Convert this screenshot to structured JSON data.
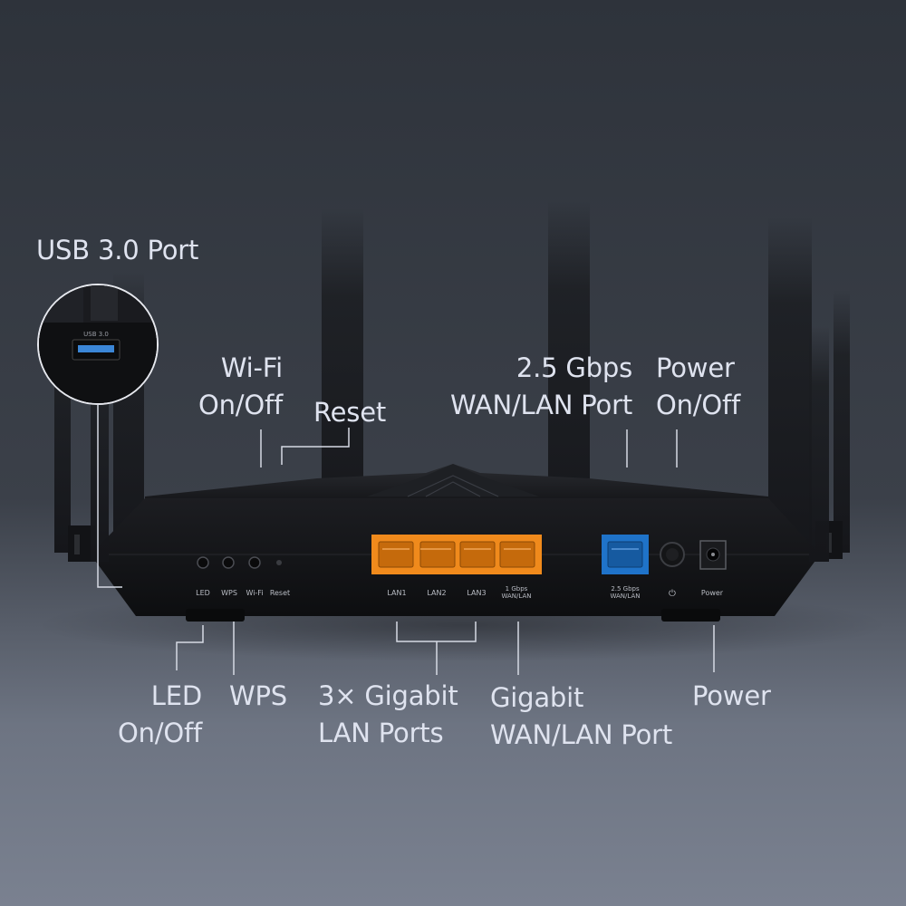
{
  "callouts": {
    "usb": [
      "USB 3.0 Port"
    ],
    "wifi": [
      "Wi-Fi",
      "On/Off"
    ],
    "reset": [
      "Reset"
    ],
    "wan25": [
      "2.5 Gbps",
      "WAN/LAN Port"
    ],
    "power_switch": [
      "Power",
      "On/Off"
    ],
    "led": [
      "LED",
      "On/Off"
    ],
    "wps": [
      "WPS"
    ],
    "lan": [
      "3× Gigabit",
      "LAN Ports"
    ],
    "gigabit_wan": [
      "Gigabit",
      "WAN/LAN Port"
    ],
    "power": [
      "Power"
    ]
  },
  "device_labels": {
    "usb_port": "USB 3.0",
    "led": "LED",
    "wps": "WPS",
    "wifi": "Wi-Fi",
    "reset": "Reset",
    "lan1": "LAN1",
    "lan2": "LAN2",
    "lan3": "LAN3",
    "wan1_line1": "1 Gbps",
    "wan1_line2": "WAN/LAN",
    "wan25_line1": "2.5 Gbps",
    "wan25_line2": "WAN/LAN",
    "power_symbol": "⏻",
    "power": "Power"
  },
  "colors": {
    "label_text": "#dfe3ef",
    "leader_line": "#d6dae4",
    "router_body": "#111214",
    "lan_port": "#f08a1c",
    "wan25_port": "#1f73c9"
  }
}
